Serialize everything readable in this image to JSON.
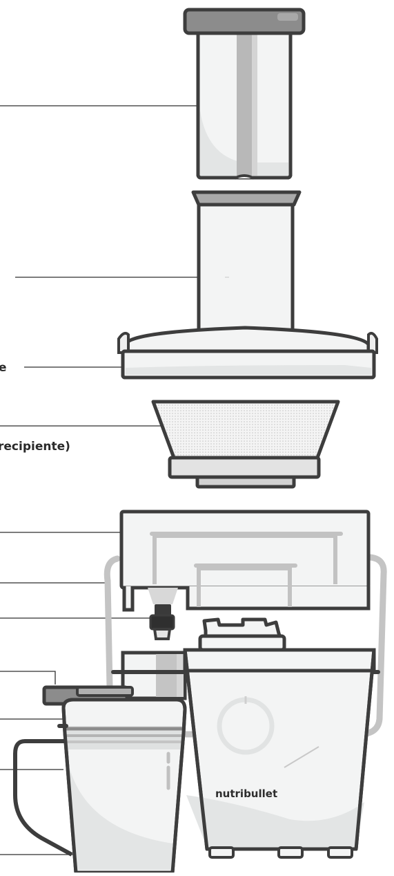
{
  "diagram": {
    "callout_texts": {
      "lid_fragment": "e",
      "basket_fragment": "recipiente)"
    },
    "brand_logo": "nutribullet",
    "colors": {
      "outline": "#3d3d3d",
      "panel_light": "#f3f4f4",
      "panel_shadow": "#e1e3e3",
      "accent_gray": "#8c8c8c",
      "mid_gray": "#bcbcbc",
      "leader_line": "#2e2e2e"
    },
    "parts": [
      "food-pusher",
      "feed-chute",
      "lid",
      "filter-basket",
      "pulp-collector-bowl",
      "bowl-handle",
      "anti-drip-spout",
      "pulp-spout-cap",
      "motor-base",
      "juice-pitcher"
    ]
  }
}
